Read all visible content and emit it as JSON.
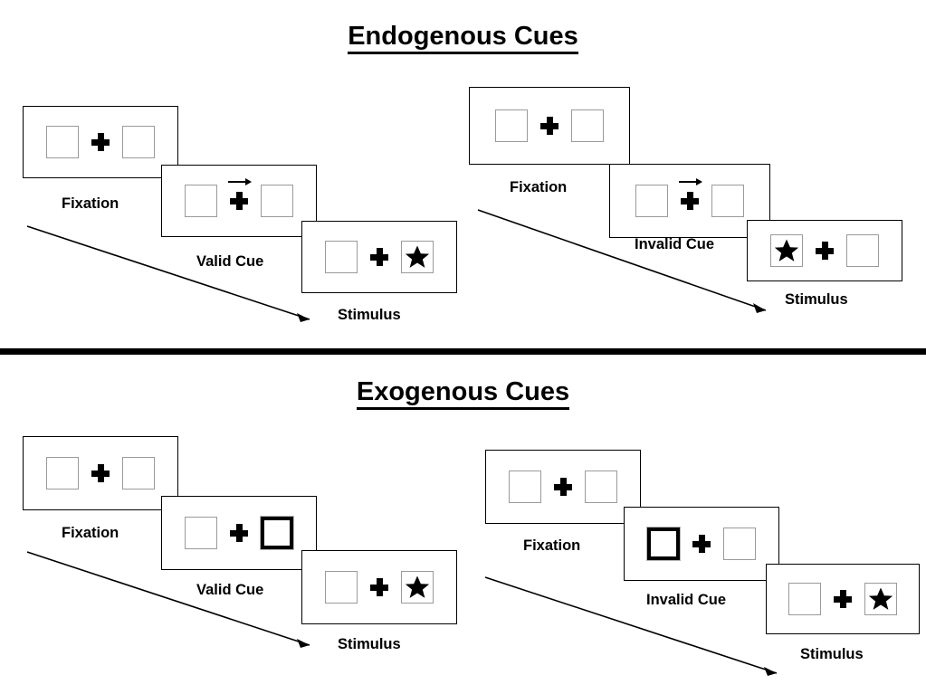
{
  "figure": {
    "type": "diagram",
    "description": "Spatial cueing paradigm: endogenous vs exogenous cues, valid vs invalid trials"
  },
  "sections": [
    {
      "id": "endogenous",
      "title": "Endogenous Cues",
      "panels": [
        {
          "id": "endo-valid",
          "cue_type": "endogenous",
          "validity": "valid",
          "frames": [
            {
              "caption": "Fixation",
              "left_box": {
                "cued": false,
                "content": "empty"
              },
              "fixation": "plus",
              "right_box": {
                "cued": false,
                "content": "empty"
              },
              "arrow_cue": false
            },
            {
              "caption": "Valid Cue",
              "left_box": {
                "cued": false,
                "content": "empty"
              },
              "fixation": "plus",
              "right_box": {
                "cued": false,
                "content": "empty"
              },
              "arrow_cue": true,
              "arrow_direction": "right"
            },
            {
              "caption": "Stimulus",
              "left_box": {
                "cued": false,
                "content": "empty"
              },
              "fixation": "plus",
              "right_box": {
                "cued": false,
                "content": "star"
              },
              "arrow_cue": false
            }
          ]
        },
        {
          "id": "endo-invalid",
          "cue_type": "endogenous",
          "validity": "invalid",
          "frames": [
            {
              "caption": "Fixation",
              "left_box": {
                "cued": false,
                "content": "empty"
              },
              "fixation": "plus",
              "right_box": {
                "cued": false,
                "content": "empty"
              },
              "arrow_cue": false
            },
            {
              "caption": "Invalid Cue",
              "left_box": {
                "cued": false,
                "content": "empty"
              },
              "fixation": "plus",
              "right_box": {
                "cued": false,
                "content": "empty"
              },
              "arrow_cue": true,
              "arrow_direction": "right"
            },
            {
              "caption": "Stimulus",
              "left_box": {
                "cued": false,
                "content": "star"
              },
              "fixation": "plus",
              "right_box": {
                "cued": false,
                "content": "empty"
              },
              "arrow_cue": false
            }
          ]
        }
      ]
    },
    {
      "id": "exogenous",
      "title": "Exogenous Cues",
      "panels": [
        {
          "id": "exo-valid",
          "cue_type": "exogenous",
          "validity": "valid",
          "frames": [
            {
              "caption": "Fixation",
              "left_box": {
                "cued": false,
                "content": "empty"
              },
              "fixation": "plus",
              "right_box": {
                "cued": false,
                "content": "empty"
              },
              "arrow_cue": false
            },
            {
              "caption": "Valid Cue",
              "left_box": {
                "cued": false,
                "content": "empty"
              },
              "fixation": "plus",
              "right_box": {
                "cued": true,
                "content": "empty"
              },
              "arrow_cue": false
            },
            {
              "caption": "Stimulus",
              "left_box": {
                "cued": false,
                "content": "empty"
              },
              "fixation": "plus",
              "right_box": {
                "cued": false,
                "content": "star"
              },
              "arrow_cue": false
            }
          ]
        },
        {
          "id": "exo-invalid",
          "cue_type": "exogenous",
          "validity": "invalid",
          "frames": [
            {
              "caption": "Fixation",
              "left_box": {
                "cued": false,
                "content": "empty"
              },
              "fixation": "plus",
              "right_box": {
                "cued": false,
                "content": "empty"
              },
              "arrow_cue": false
            },
            {
              "caption": "Invalid Cue",
              "left_box": {
                "cued": true,
                "content": "empty"
              },
              "fixation": "plus",
              "right_box": {
                "cued": false,
                "content": "empty"
              },
              "arrow_cue": false
            },
            {
              "caption": "Stimulus",
              "left_box": {
                "cued": false,
                "content": "empty"
              },
              "fixation": "plus",
              "right_box": {
                "cued": false,
                "content": "star"
              },
              "arrow_cue": false
            }
          ]
        }
      ]
    }
  ],
  "colors": {
    "background": "#ffffff",
    "ink": "#000000",
    "box_outline": "#9a9a9a",
    "card_outline": "#000000",
    "divider": "#000000"
  },
  "time_arrows": [
    {
      "id": "endo-valid-time-arrow",
      "label": ""
    },
    {
      "id": "endo-invalid-time-arrow",
      "label": ""
    },
    {
      "id": "exo-valid-time-arrow",
      "label": ""
    },
    {
      "id": "exo-invalid-time-arrow",
      "label": ""
    }
  ]
}
